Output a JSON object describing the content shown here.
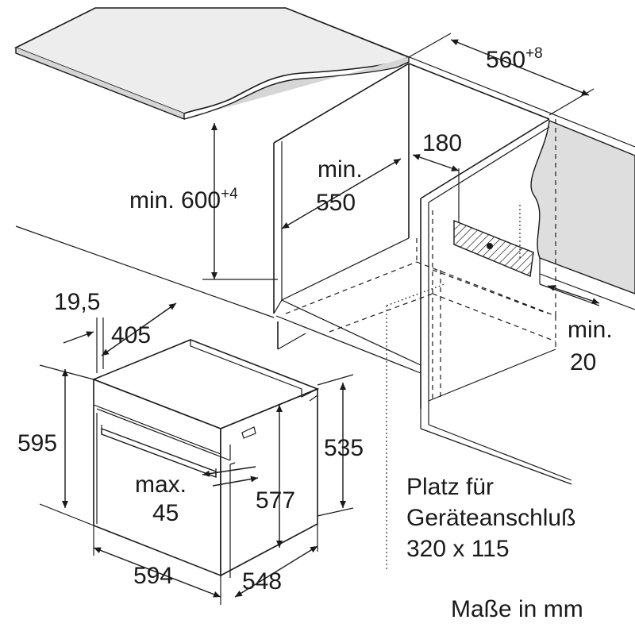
{
  "dimensions": {
    "niche_depth": {
      "value": "560",
      "tolerance": "+8"
    },
    "niche_height": {
      "value": "min. 600",
      "tolerance": "+4"
    },
    "cabinet_depth": {
      "line1": "min.",
      "line2": "550"
    },
    "socket_offset": "180",
    "side_gap": {
      "line1": "min.",
      "line2": "20"
    },
    "panel_offset": "19,5",
    "front_depth": "405",
    "oven_height": "595",
    "oven_width": "594",
    "body_depth": "548",
    "body_height_inner": "577",
    "body_height_rear": "535",
    "handle_depth": {
      "line1": "max.",
      "line2": "45"
    }
  },
  "notes": {
    "connection_line1": "Platz für",
    "connection_line2": "Geräteanschluß",
    "connection_line3": "320 x 115",
    "units": "Maße in mm"
  }
}
